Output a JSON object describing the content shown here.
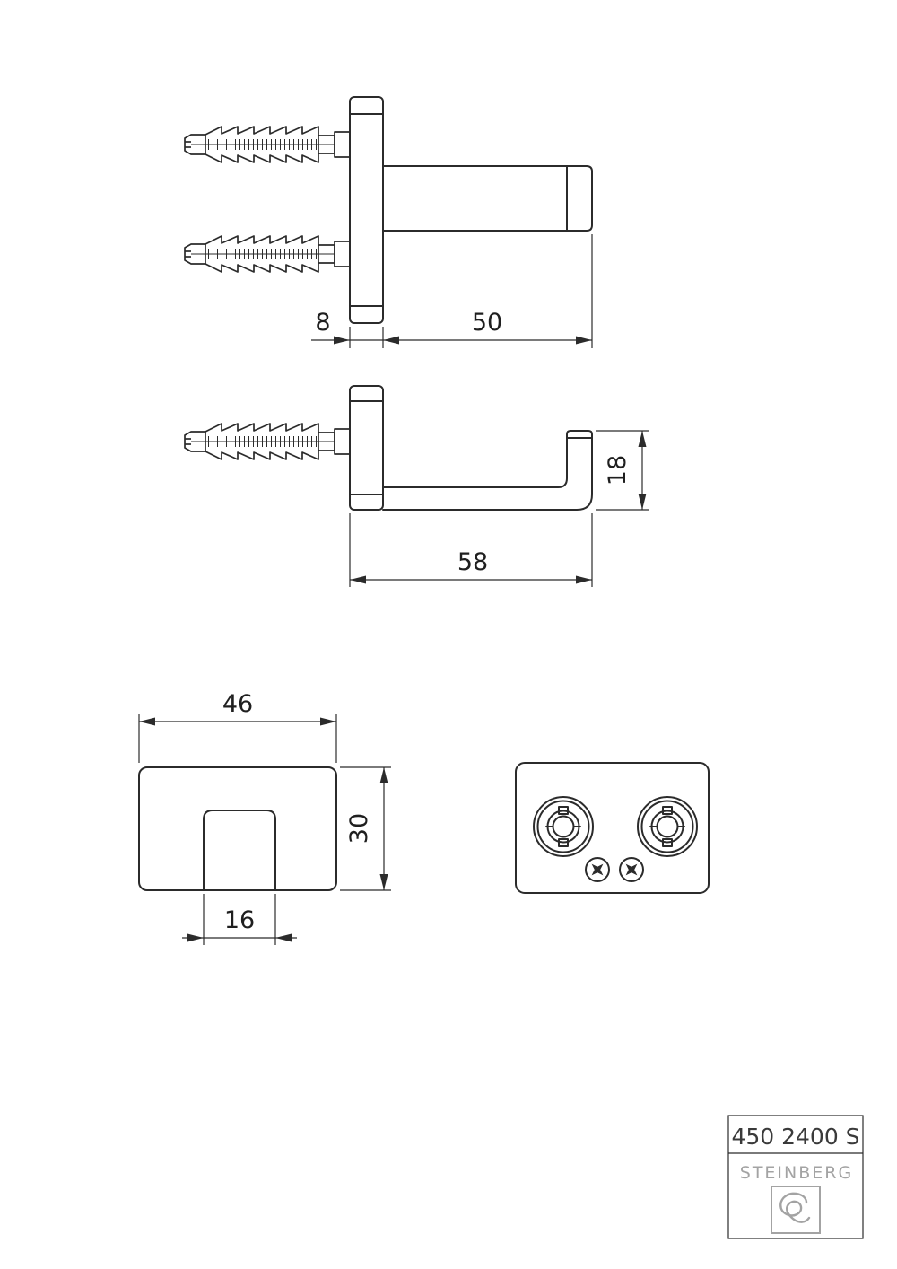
{
  "colors": {
    "background": "#ffffff",
    "line": "#2b2b2b",
    "dimension_text": "#1f1f1f",
    "brand_gray": "#a3a3a3"
  },
  "views": {
    "side_double_plug": {
      "description": "side view of double hook with two wall plugs",
      "dim_plate_depth": "8",
      "dim_projection": "50"
    },
    "side_hook": {
      "description": "side view of hook with single wall plug",
      "dim_total_depth": "58",
      "dim_hook_height": "18"
    },
    "front": {
      "description": "front view of hook",
      "dim_width": "46",
      "dim_height": "30",
      "dim_hook_width": "16"
    },
    "rear": {
      "description": "rear view of mounting plate with plug holes and screws"
    }
  },
  "title_block": {
    "article_number": "450 2400 S",
    "brand": "STEINBERG"
  }
}
